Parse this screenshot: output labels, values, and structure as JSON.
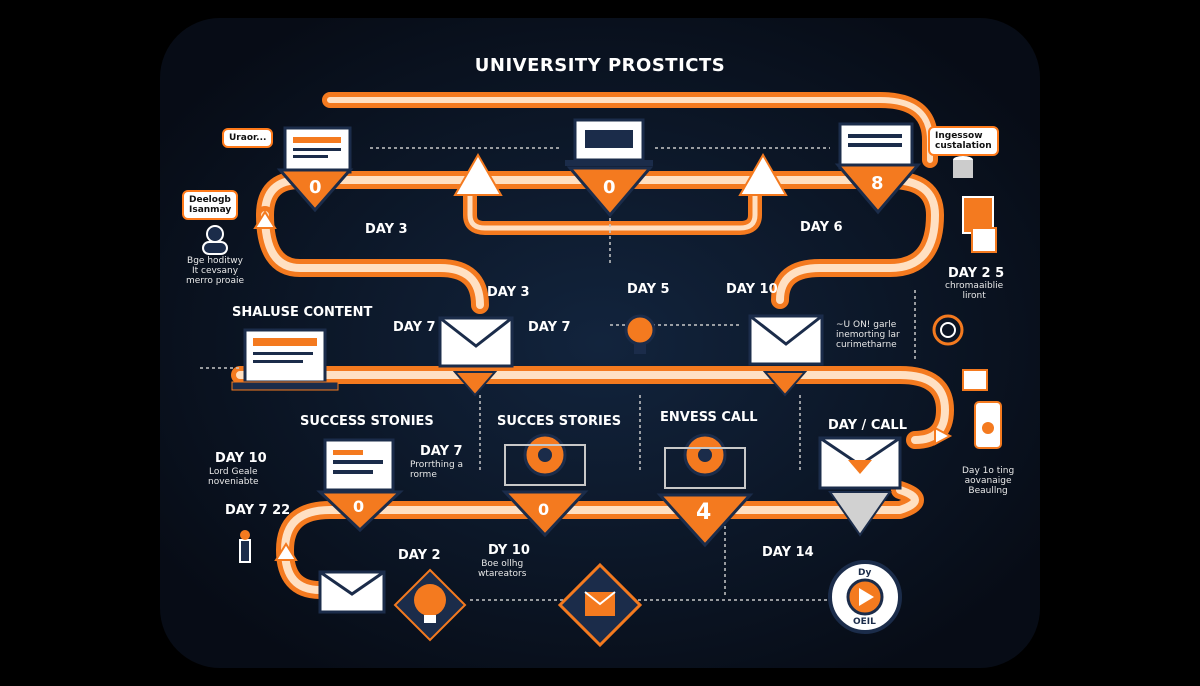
{
  "title": "UNIVERSITY PROSTICTS",
  "callouts": {
    "top_left": "Uraor...",
    "left_mid": "Deelogb\nIsanmay",
    "top_right": "Ingessow\ncustalation"
  },
  "labels": {
    "day3_a": "DAY 3",
    "day6": "DAY 6",
    "day3_b": "DAY 3",
    "day5": "DAY 5",
    "day10_a": "DAY 10",
    "day7_a": "DAY 7",
    "day7_b": "DAY 7",
    "shaluse_content": "SHALUSE CONTENT",
    "day25": "DAY 2 5",
    "day25_note": "chromaaiblie\nliront",
    "left_small": "Bge hoditwy\nIt cevsany\nmerro proaie",
    "right_small": "~U ON! garle\ninemorting lar\ncurimetharne",
    "success1": "SUCCESS STONIES",
    "success2": "SUCCES STORIES",
    "envess_call": "ENVESS CALL",
    "day_call": "DAY / CALL",
    "day10_b": "DAY 10",
    "day10_b_note": "Lord Geale\nnoveniabte",
    "day7_c": "DAY 7",
    "day7_c_note": "Prorrthing a\nrorme",
    "day_right": "Day 1o ting\naovanaige\nBeaullng",
    "day722": "DAY 7 22",
    "day2": "DAY 2",
    "dy10": "DY 10",
    "dy10_note": "Boe ollhg\nwtareators",
    "day14": "DAY 14",
    "play_label": "Dy",
    "play_sub": "OEIL"
  },
  "badges": {
    "b1": "0",
    "b2": "0",
    "b3": "8",
    "b4": "0",
    "b5": "0",
    "b6": "4"
  },
  "colors": {
    "background": "#0b1422",
    "path": "#f47a1f",
    "accent": "#ff7a1a",
    "navy": "#1b2c4a"
  }
}
